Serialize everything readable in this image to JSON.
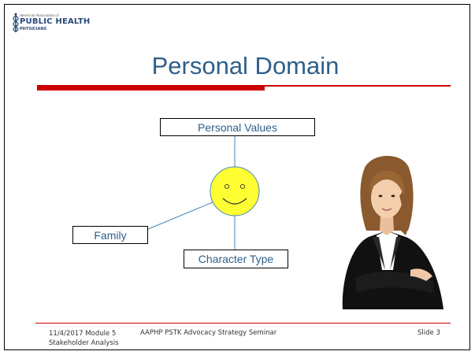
{
  "logo": {
    "line1": "American Association of",
    "line2": "PUBLIC HEALTH",
    "line3": "PHYSICIANS",
    "color": "#2b4a7a"
  },
  "slide": {
    "title": "Personal Domain",
    "accent_color": "#cc0000",
    "title_color": "#2e5f8a"
  },
  "diagram": {
    "center": "smiley-face",
    "nodes": {
      "values": "Personal Values",
      "family": "Family",
      "type": "Character Type"
    },
    "smiley_color": "#ffff33"
  },
  "footer": {
    "date_line": "11/4/2017 Module 5",
    "module_line": "Stakeholder Analysis",
    "center": "AAPHP PSTK Advocacy Strategy Seminar",
    "slide_number": "Slide 3"
  }
}
